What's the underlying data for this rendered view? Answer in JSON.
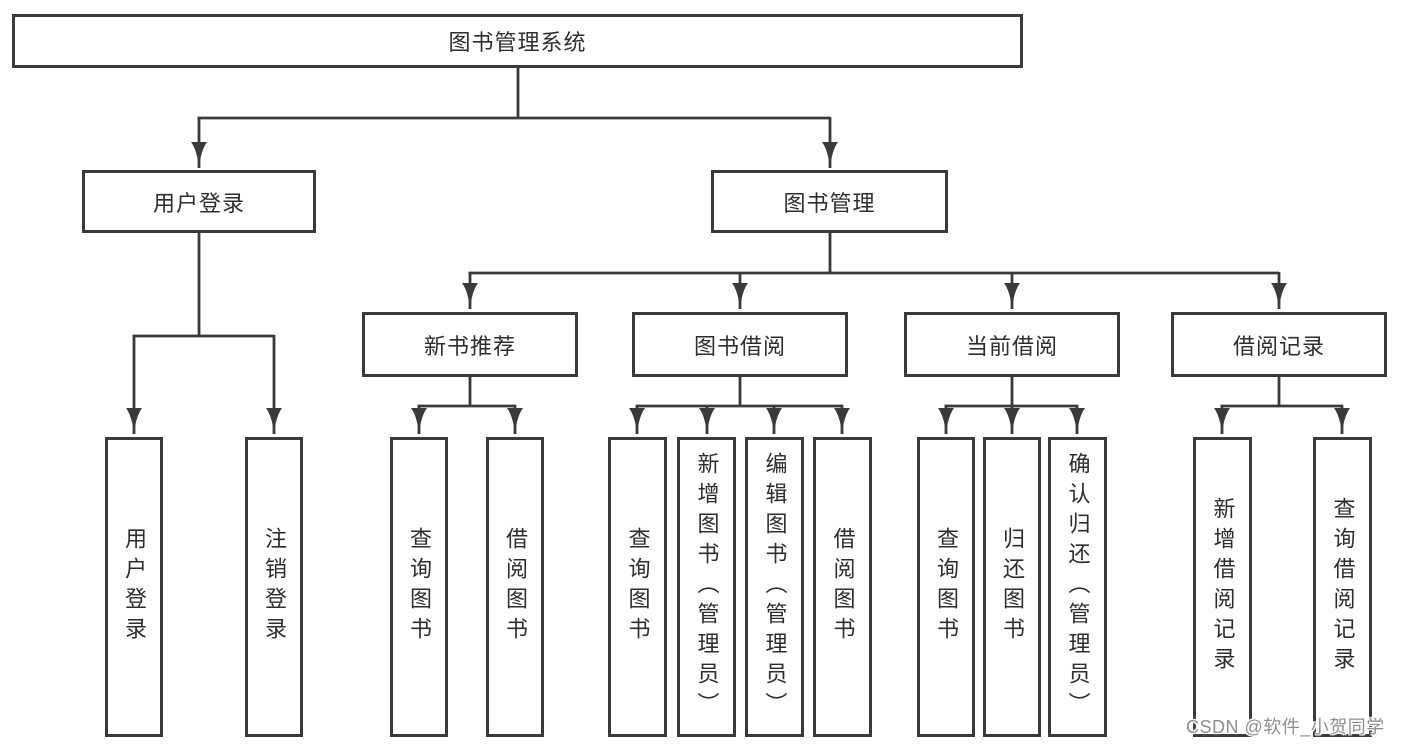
{
  "page": {
    "watermark": "CSDN @软件_小贺同学"
  },
  "colors": {
    "line": "#3a3a3a",
    "box_border": "#3a3a3a",
    "text": "#2e2e2e",
    "watermark": "#8f8f8f",
    "background": "#ffffff"
  },
  "tree": {
    "root": {
      "label": "图书管理系统"
    },
    "branches": [
      {
        "label": "用户登录",
        "leaves": [
          {
            "label": "用户登录"
          },
          {
            "label": "注销登录"
          }
        ]
      },
      {
        "label": "图书管理",
        "sections": [
          {
            "label": "新书推荐",
            "leaves": [
              {
                "label": "查询图书"
              },
              {
                "label": "借阅图书"
              }
            ]
          },
          {
            "label": "图书借阅",
            "leaves": [
              {
                "label": "查询图书"
              },
              {
                "label": "新增图书（管理员）"
              },
              {
                "label": "编辑图书（管理员）"
              },
              {
                "label": "借阅图书"
              }
            ]
          },
          {
            "label": "当前借阅",
            "leaves": [
              {
                "label": "查询图书"
              },
              {
                "label": "归还图书"
              },
              {
                "label": "确认归还（管理员）"
              }
            ]
          },
          {
            "label": "借阅记录",
            "leaves": [
              {
                "label": "新增借阅记录"
              },
              {
                "label": "查询借阅记录"
              }
            ]
          }
        ]
      }
    ]
  }
}
